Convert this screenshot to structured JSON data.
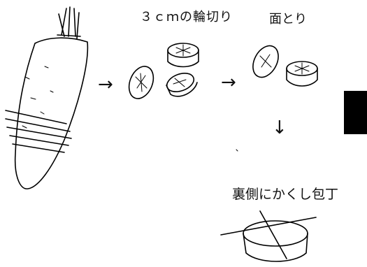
{
  "labels": {
    "slice": "３ｃｍの輪切り",
    "chamfer": "面とり",
    "scoring": "裏側にかくし包丁"
  },
  "arrows": {
    "right": "→",
    "down": "↓"
  },
  "colors": {
    "ink": "#000000",
    "background": "#ffffff"
  }
}
